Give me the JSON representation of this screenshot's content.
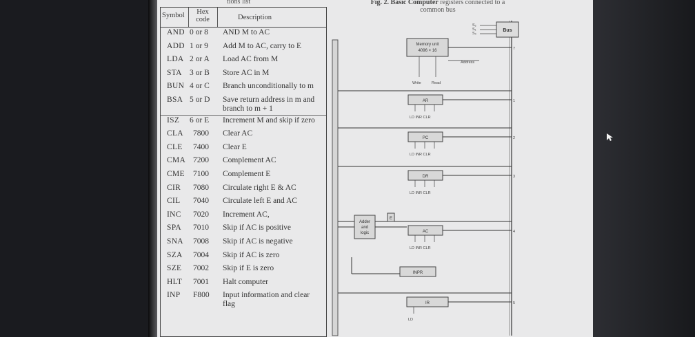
{
  "table": {
    "top_cutoff": "tions list",
    "headers": {
      "symbol": "Symbol",
      "hex": "Hex code",
      "description": "Description"
    },
    "rows": [
      {
        "symbol": "AND",
        "hex": "0 or 8",
        "desc": "AND M to AC"
      },
      {
        "symbol": "ADD",
        "hex": "1 or 9",
        "desc": "Add M to AC, carry to E"
      },
      {
        "symbol": "LDA",
        "hex": "2 or A",
        "desc": "Load AC from M"
      },
      {
        "symbol": "STA",
        "hex": "3 or B",
        "desc": "Store AC in M"
      },
      {
        "symbol": "BUN",
        "hex": "4 or C",
        "desc": "Branch unconditionally to m"
      },
      {
        "symbol": "BSA",
        "hex": "5 or D",
        "desc": "Save return address in m and",
        "desc2": "branch to m + 1"
      },
      {
        "symbol": "ISZ",
        "hex": "6 or E",
        "desc": "Increment M and skip if zero"
      },
      {
        "symbol": "CLA",
        "hex": "7800",
        "desc": "Clear AC"
      },
      {
        "symbol": "CLE",
        "hex": "7400",
        "desc": "Clear E"
      },
      {
        "symbol": "CMA",
        "hex": "7200",
        "desc": "Complement AC"
      },
      {
        "symbol": "CME",
        "hex": "7100",
        "desc": "Complement E"
      },
      {
        "symbol": "CIR",
        "hex": "7080",
        "desc": "Circulate right E & AC"
      },
      {
        "symbol": "CIL",
        "hex": "7040",
        "desc": "Circulate left E and AC"
      },
      {
        "symbol": "INC",
        "hex": "7020",
        "desc": "Increment AC,"
      },
      {
        "symbol": "SPA",
        "hex": "7010",
        "desc": "Skip if AC is positive"
      },
      {
        "symbol": "SNA",
        "hex": "7008",
        "desc": "Skip if AC is negative"
      },
      {
        "symbol": "SZA",
        "hex": "7004",
        "desc": "Skip if AC is zero"
      },
      {
        "symbol": "SZE",
        "hex": "7002",
        "desc": "Skip if E is zero"
      },
      {
        "symbol": "HLT",
        "hex": "7001",
        "desc": "Halt computer"
      },
      {
        "symbol": "INP",
        "hex": "F800",
        "desc": "Input information and clear",
        "desc2": "flag"
      }
    ]
  },
  "figure": {
    "caption_bold": "Fig. 2. Basic Computer",
    "caption_rest": " registers connected to a",
    "caption_line2": "common bus",
    "selects": [
      "S₂",
      "S₁",
      "S₀"
    ],
    "bus_label": "Bus",
    "memory_label": "Memory unit",
    "memory_size": "4096 × 16",
    "address_label": "Address",
    "write_label": "Write",
    "read_label": "Read",
    "registers": [
      {
        "name": "AR",
        "controls": "LD  INR  CLR",
        "bus_num": "1"
      },
      {
        "name": "PC",
        "controls": "LD  INR  CLR",
        "bus_num": "2"
      },
      {
        "name": "DR",
        "controls": "LD  INR  CLR",
        "bus_num": "3"
      },
      {
        "name": "AC",
        "controls": "LD  INR  CLR",
        "bus_num": "4"
      },
      {
        "name": "IR",
        "controls": "LD",
        "bus_num": "5"
      }
    ],
    "memory_bus_num": "7",
    "alu_label_1": "Adder",
    "alu_label_2": "and",
    "alu_label_3": "logic",
    "e_label": "E",
    "inpr_label": "INPR"
  }
}
